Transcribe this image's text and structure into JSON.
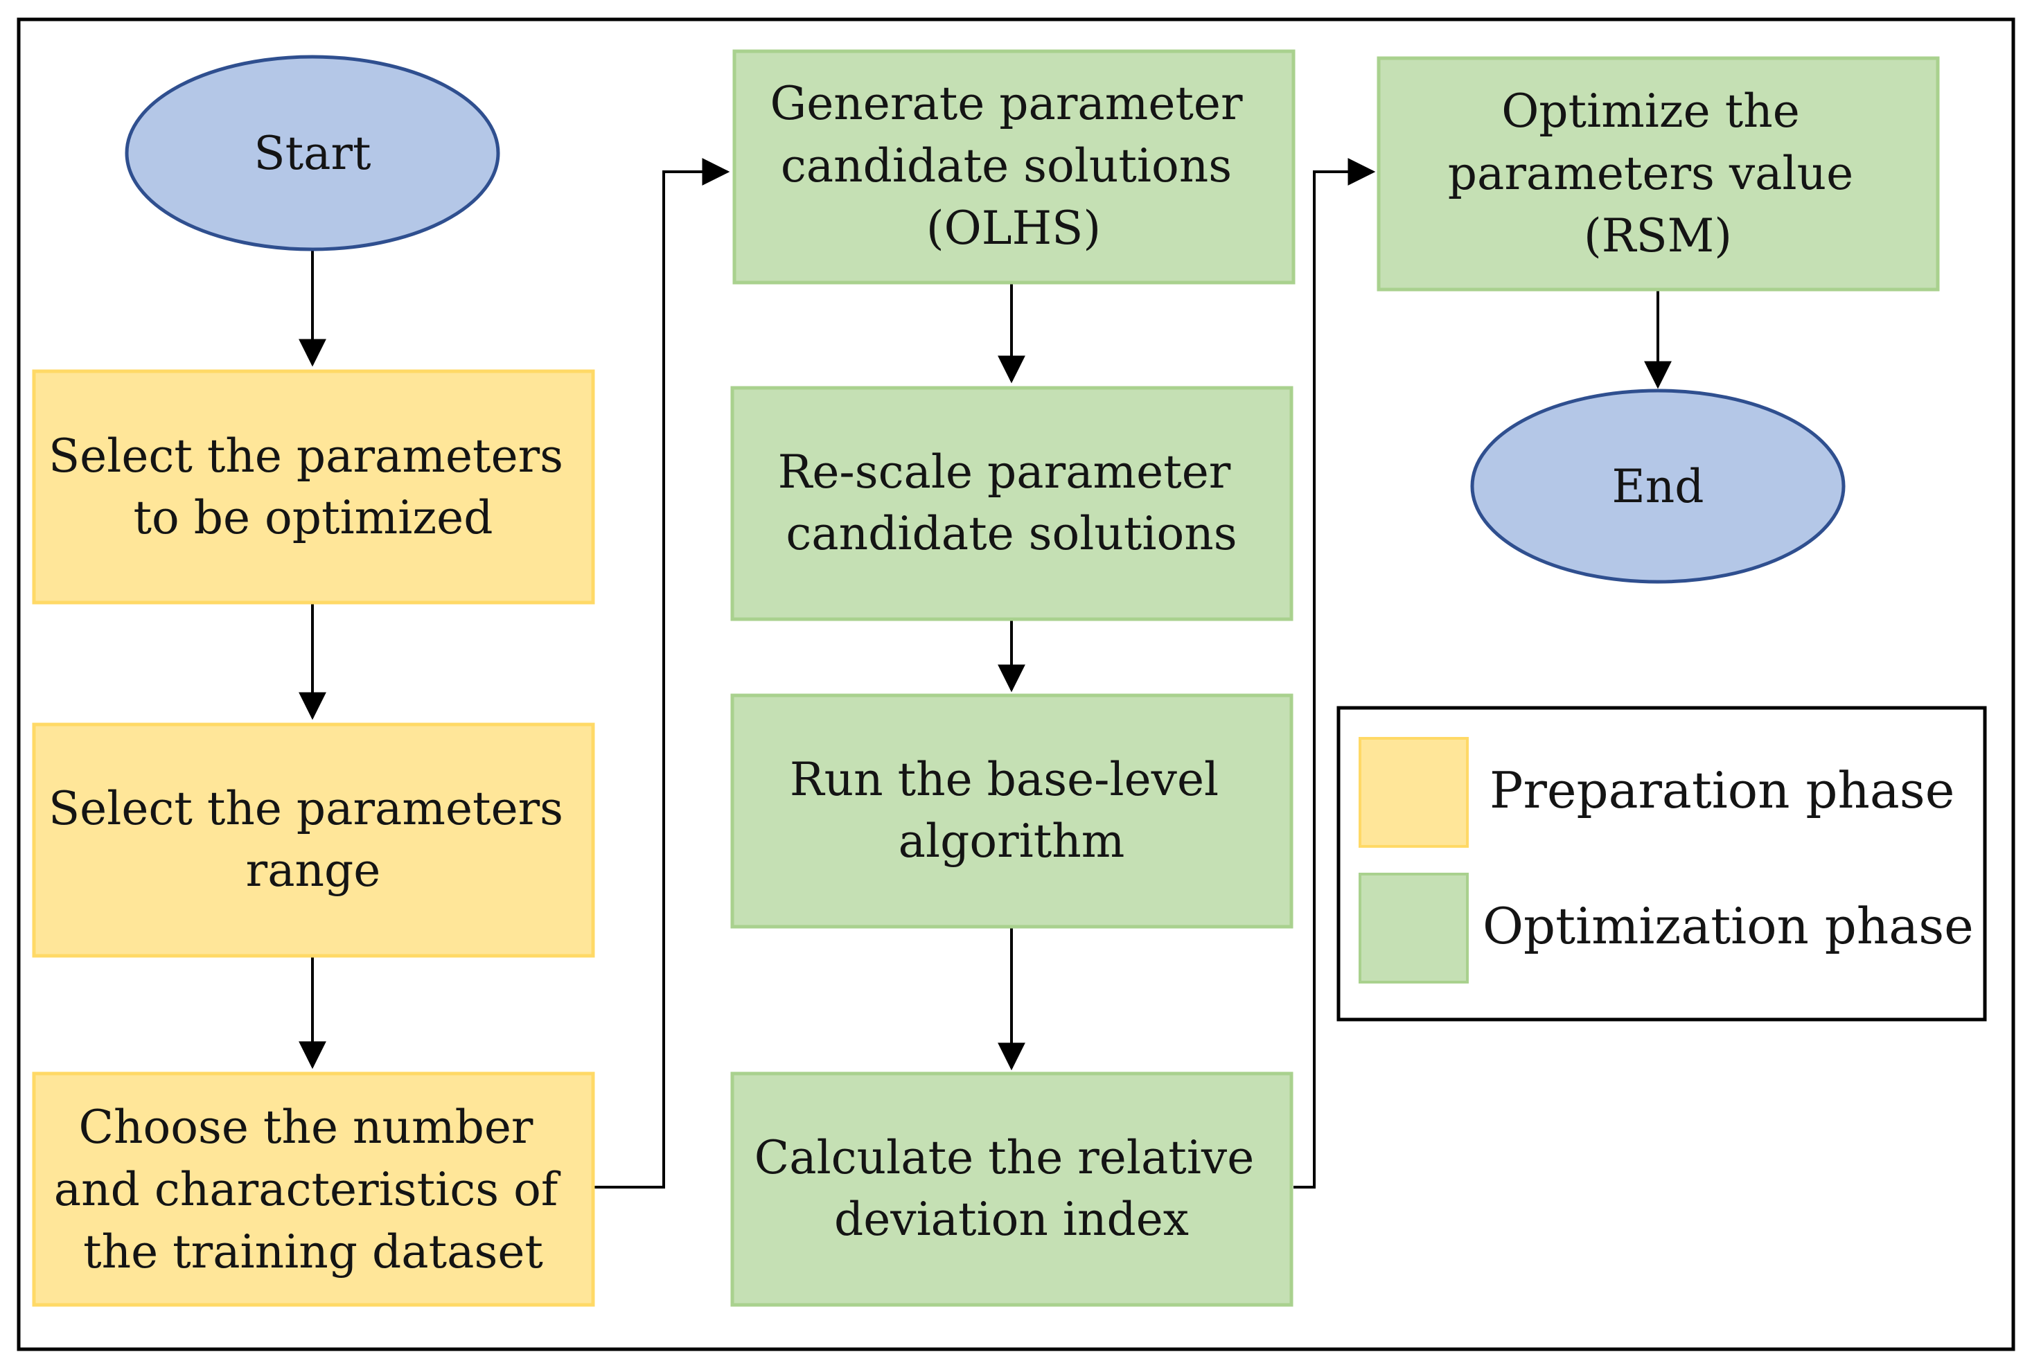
{
  "colors": {
    "terminal_fill": "#b4c7e7",
    "terminal_stroke": "#2f4f8f",
    "preparation_fill": "#ffe699",
    "preparation_stroke": "#ffd966",
    "optimization_fill": "#c5e0b4",
    "optimization_stroke": "#a9d18e",
    "arrow": "#000000"
  },
  "nodes": {
    "start": {
      "lines": [
        "Start"
      ]
    },
    "select_params": {
      "lines": [
        "Select the parameters",
        "to be optimized"
      ]
    },
    "select_range": {
      "lines": [
        "Select the parameters",
        "range"
      ]
    },
    "choose_dataset": {
      "lines": [
        "Choose the number",
        "and characteristics of",
        "the training dataset"
      ]
    },
    "generate_olhs": {
      "lines": [
        "Generate parameter",
        "candidate solutions",
        "(OLHS)"
      ]
    },
    "rescale": {
      "lines": [
        "Re-scale parameter",
        "candidate solutions"
      ]
    },
    "run_base": {
      "lines": [
        "Run the base-level",
        "algorithm"
      ]
    },
    "calc_index": {
      "lines": [
        "Calculate the relative",
        "deviation index"
      ]
    },
    "optimize_rsm": {
      "lines": [
        "Optimize the",
        "parameters value",
        "(RSM)"
      ]
    },
    "end": {
      "lines": [
        "End"
      ]
    }
  },
  "legend": {
    "preparation": "Preparation phase",
    "optimization": "Optimization phase"
  }
}
